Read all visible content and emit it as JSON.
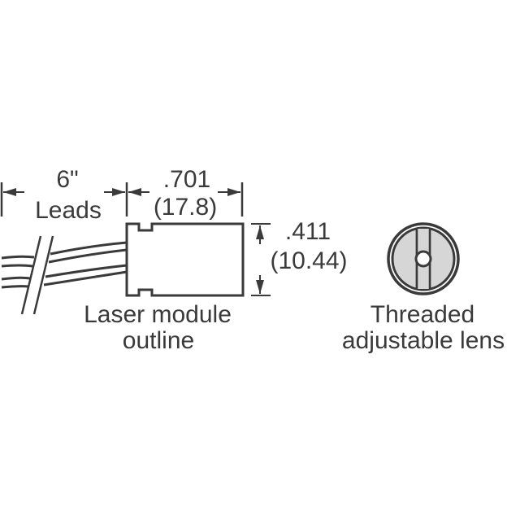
{
  "diagram": {
    "colors": {
      "line": "#3a3a3a",
      "lens_fill": "#d6d6d6",
      "background": "#ffffff"
    },
    "leads": {
      "length_label": "6\"",
      "label": "Leads"
    },
    "module": {
      "width_in": ".701",
      "width_mm": "(17.8)",
      "height_in": ".411",
      "height_mm": "(10.44)",
      "caption_line1": "Laser module",
      "caption_line2": "outline"
    },
    "lens": {
      "caption_line1": "Threaded",
      "caption_line2": "adjustable lens"
    }
  }
}
